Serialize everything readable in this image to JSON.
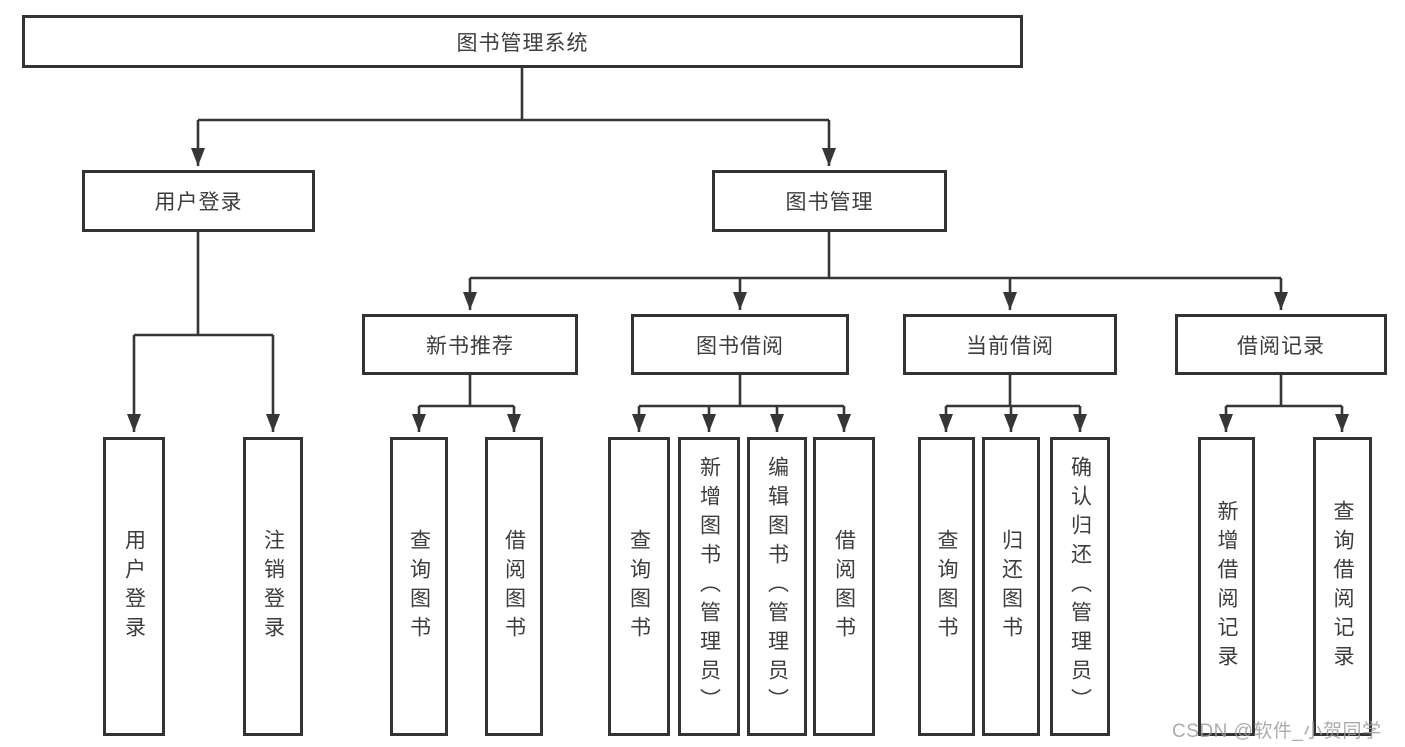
{
  "diagram": {
    "title": "图书管理系统",
    "level2": [
      "用户登录",
      "图书管理"
    ],
    "level3": [
      "新书推荐",
      "图书借阅",
      "当前借阅",
      "借阅记录"
    ],
    "leaves_user_login": [
      "用户登录",
      "注销登录"
    ],
    "leaves_new_book_rec": [
      "查询图书",
      "借阅图书"
    ],
    "leaves_book_borrow": [
      "查询图书",
      "新增图书（管理员）",
      "编辑图书（管理员）",
      "借阅图书"
    ],
    "leaves_current_borrow": [
      "查询图书",
      "归还图书",
      "确认归还（管理员）"
    ],
    "leaves_borrow_records": [
      "新增借阅记录",
      "查询借阅记录"
    ]
  },
  "watermark": "CSDN @软件_小贺同学",
  "colors": {
    "line": "#363636",
    "box_border": "#333333",
    "text": "#3d3d3d",
    "background": "#ffffff",
    "watermark": "#9e9e9e"
  }
}
